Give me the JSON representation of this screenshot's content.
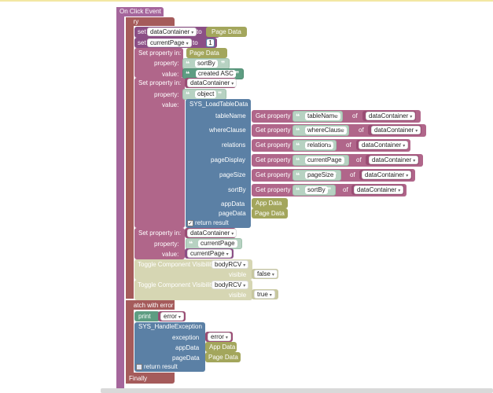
{
  "blocks": {
    "on_click_event": "On Click Event",
    "try": "Try",
    "set": "set",
    "to": "to",
    "page_data": "Page Data",
    "app_data": "App Data",
    "data_container": "dataContainer",
    "current_page": "currentPage",
    "number_one": "1",
    "set_property_in": "Set property in:",
    "property_label": "property:",
    "value_label": "value:",
    "sort_by_str": "sortBy",
    "created_asc": "created ASC",
    "object_str": "object",
    "sys_load": "SYS_LoadTableData",
    "get_property": "Get property",
    "of": "of",
    "params": {
      "tableName": "tableName",
      "whereClause": "whereClause",
      "relations": "relations",
      "pageDisplay": "pageDisplay",
      "pageSize": "pageSize",
      "sortBy": "sortBy",
      "appData": "appData",
      "pageData": "pageData"
    },
    "str_tableName": "tableName",
    "str_whereClause": "whereClause",
    "str_relations": "relations",
    "str_currentPage": "currentPage",
    "str_pageSize": "pageSize",
    "str_sortBy": "sortBy",
    "return_result": "return result",
    "check_mark": "✓",
    "toggle_visibility": "Toggle Component Visibility",
    "body_rcv": "bodyRCV",
    "visible": "visible",
    "false_val": "false",
    "true_val": "true",
    "catch_with_error": "Catch with error",
    "print": "print",
    "error": "error",
    "sys_handle": "SYS_HandleException",
    "exception": "exception",
    "finally": "Finally"
  }
}
